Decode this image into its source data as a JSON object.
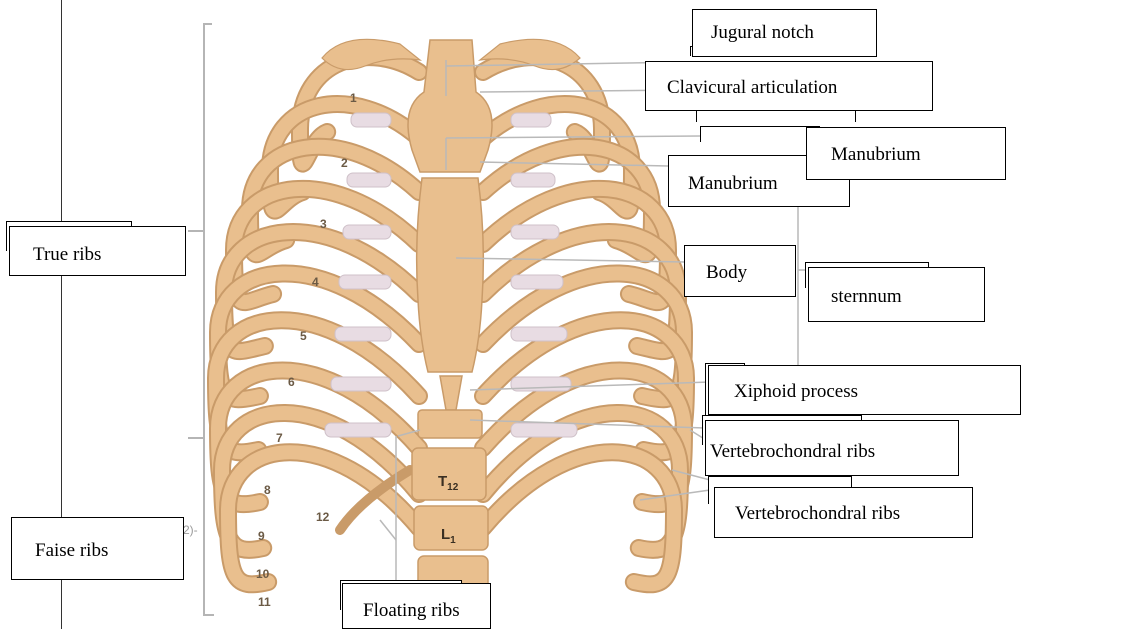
{
  "labels": {
    "jugular_notch": "Jugural notch",
    "clavicular_articulation": "Clavicural articulation",
    "manubrium_a": "Manubrium",
    "manubrium_b": "Manubrium",
    "body": "Body",
    "sternum": "sternnum",
    "xiphoid_process": "Xiphoid process",
    "vertebrochondral_a": "Vertebrochondral ribs",
    "vertebrochondral_b": "Vertebrochondral ribs",
    "true_ribs": "True ribs",
    "false_ribs": "Faise ribs",
    "floating_ribs": "Floating ribs"
  },
  "rib_numbers": [
    "1",
    "2",
    "3",
    "4",
    "5",
    "6",
    "7",
    "8",
    "9",
    "10",
    "11",
    "12"
  ],
  "bracket_marker": "2)-",
  "vertebrae": {
    "t12_main": "T",
    "t12_sub": "12",
    "l1_main": "L",
    "l1_sub": "1"
  },
  "colors": {
    "bone": "#e9bf8e",
    "bone_dark": "#c99b69",
    "cartilage": "#e8dce3",
    "leader": "#b9b9b9",
    "bracket": "#b5b5b5"
  }
}
